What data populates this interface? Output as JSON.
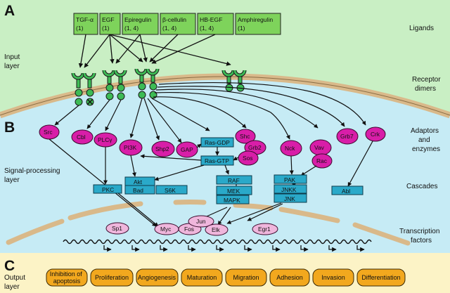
{
  "sections": {
    "a": {
      "letter": "A",
      "left_label": [
        "Input",
        "layer"
      ],
      "right_labels": {
        "ligands": "Ligands",
        "receptors": [
          "Receptor",
          "dimers"
        ]
      }
    },
    "b": {
      "letter": "B",
      "left_label": [
        "Signal-processing",
        "layer"
      ],
      "right_labels": {
        "adaptors": [
          "Adaptors",
          "and",
          "enzymes"
        ],
        "cascades": "Cascades",
        "tf": [
          "Transcription",
          "factors"
        ]
      }
    },
    "c": {
      "letter": "C",
      "left_label": [
        "Output",
        "layer"
      ]
    }
  },
  "ligands": [
    {
      "name": "TGF-α",
      "receptors": "(1)"
    },
    {
      "name": "EGF",
      "receptors": "(1)"
    },
    {
      "name": "Epiregulin",
      "receptors": "(1, 4)"
    },
    {
      "name": "β-cellulin",
      "receptors": "(1, 4)"
    },
    {
      "name": "HB-EGF",
      "receptors": "(1, 4)"
    },
    {
      "name": "Amphiregulin",
      "receptors": "(1)"
    }
  ],
  "adaptors": [
    "Src",
    "Cbl",
    "PLCγ",
    "PI3K",
    "Shp2",
    "GAP",
    "Shc",
    "Grb2",
    "Sos",
    "Nck",
    "Vav",
    "Rac",
    "Grb7",
    "Crk"
  ],
  "ras_boxes": [
    "Ras-GDP",
    "Ras-GTP"
  ],
  "cascade_boxes": [
    "PKC",
    "Akt",
    "Bad",
    "S6K",
    "RAF",
    "MEK",
    "MAPK",
    "PAK",
    "JNKK",
    "JNK",
    "Abl"
  ],
  "transcription_factors": [
    "Sp1",
    "Myc",
    "Fos",
    "Jun",
    "Elk",
    "Egr1"
  ],
  "outputs": [
    "Inhibition of apoptosis",
    "Proliferation",
    "Angiogenesis",
    "Maturation",
    "Migration",
    "Adhesion",
    "Invasion",
    "Differentiation"
  ],
  "colors": {
    "ligand_fill": "#7ed35b",
    "receptor_fill": "#3dbb55",
    "adaptor_fill": "#d81ea8",
    "cascade_fill": "#2aa9c9",
    "tf_fill": "#efb6dc",
    "output_fill": "#f2a81e",
    "panel_a": "#c9efc4",
    "panel_b": "#c6ebf5",
    "panel_c": "#fcf3c6",
    "membrane": "#d9b98a"
  }
}
